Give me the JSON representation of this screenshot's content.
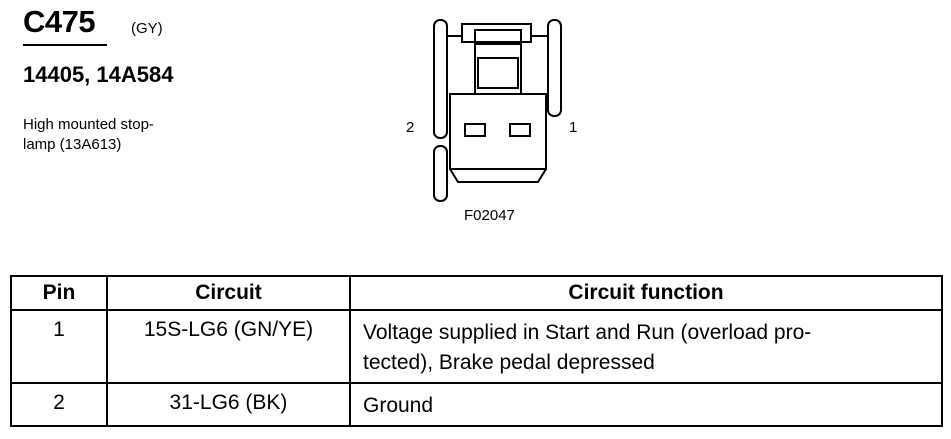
{
  "connector": {
    "id": "C475",
    "color": "(GY)",
    "part_numbers": "14405, 14A584",
    "description_lines": [
      "High mounted stop-",
      "lamp (13A613)"
    ]
  },
  "diagram": {
    "pin_left": "2",
    "pin_right": "1",
    "figure_code": "F02047"
  },
  "table": {
    "headers": [
      "Pin",
      "Circuit",
      "Circuit function"
    ],
    "rows": [
      {
        "pin": "1",
        "circuit": "15S-LG6 (GN/YE)",
        "function_lines": [
          "Voltage supplied in Start and Run (overload pro-",
          "tected), Brake pedal depressed"
        ]
      },
      {
        "pin": "2",
        "circuit": "31-LG6 (BK)",
        "function_lines": [
          "Ground"
        ]
      }
    ]
  }
}
